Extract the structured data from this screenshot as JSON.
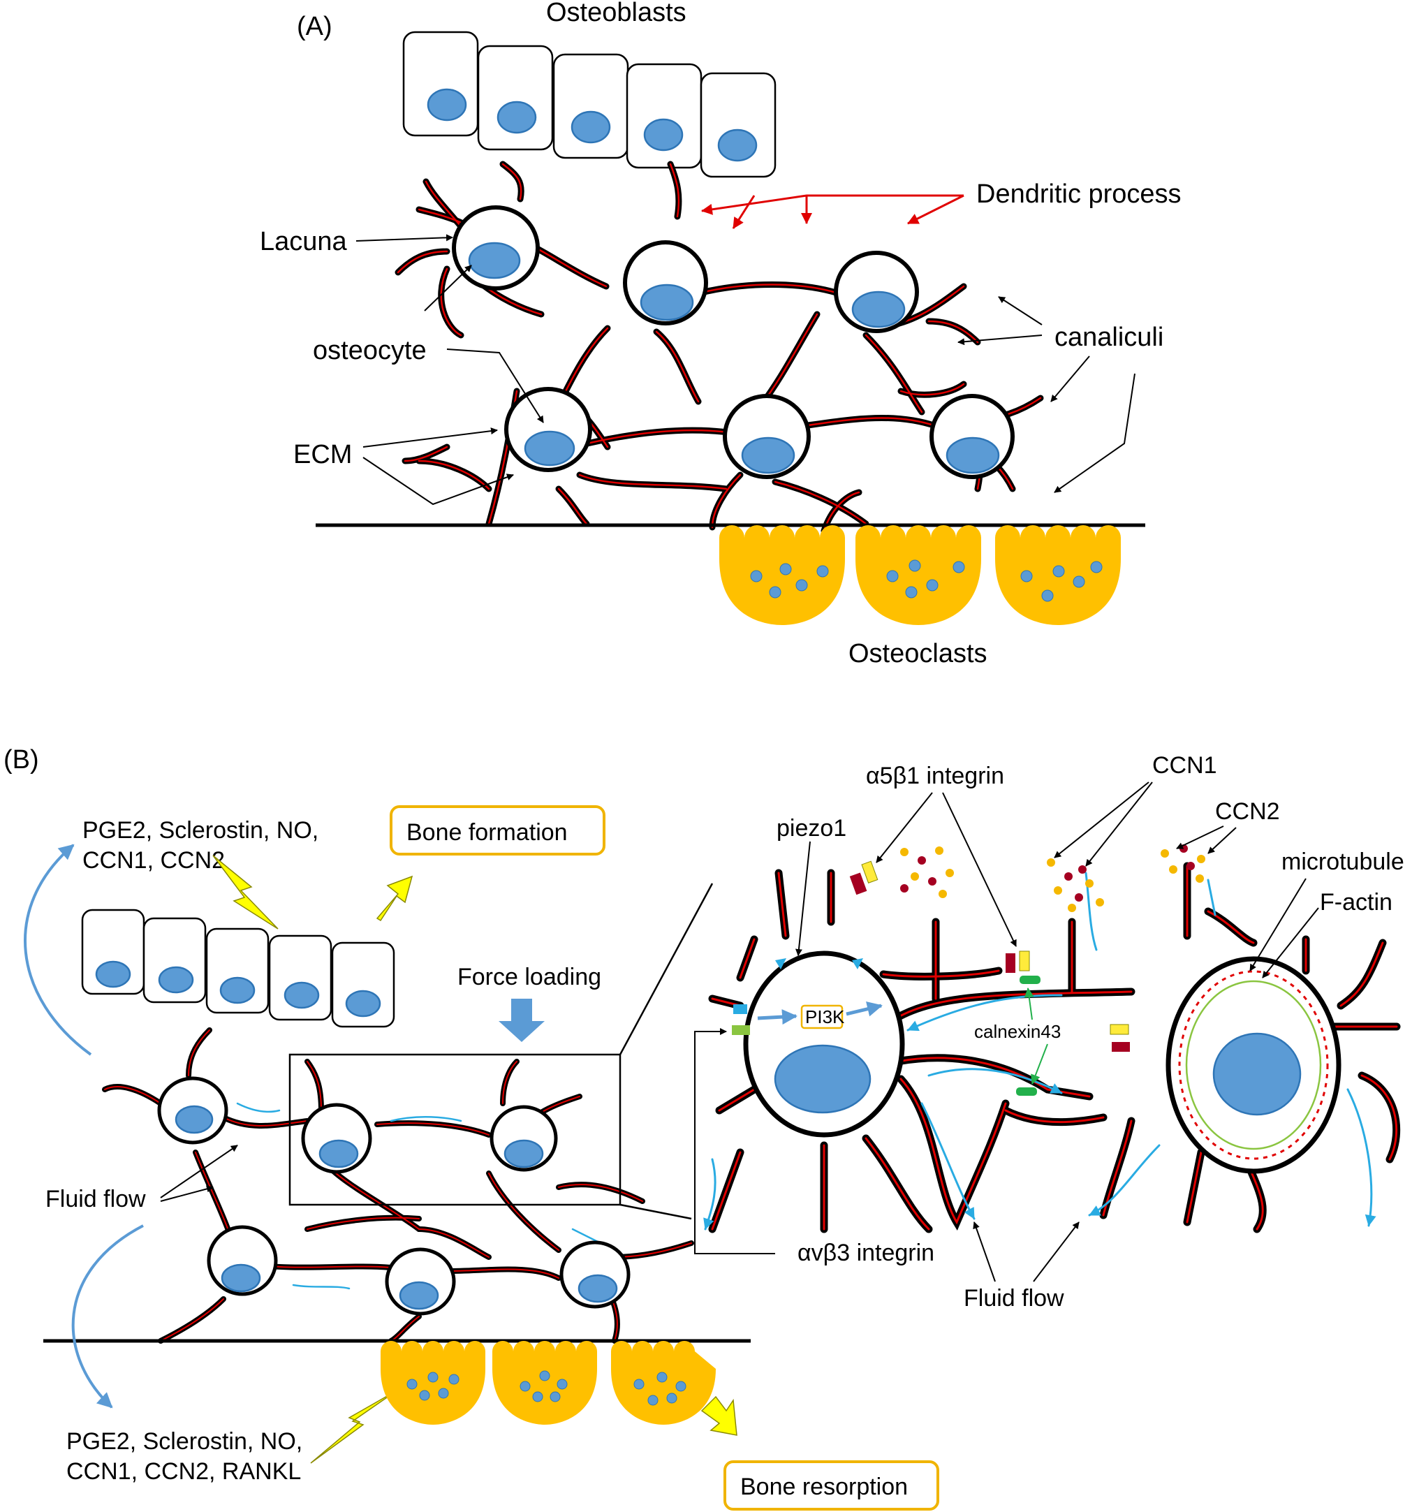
{
  "panel_a": {
    "tag": "(A)",
    "osteoblasts": "Osteoblasts",
    "dendritic_process": "Dendritic process",
    "lacuna": "Lacuna",
    "osteocyte": "osteocyte",
    "canaliculi": "canaliculi",
    "ecm": "ECM",
    "osteoclasts": "Osteoclasts"
  },
  "panel_b": {
    "tag": "(B)",
    "signals_top": [
      "PGE2, Sclerostin, NO,",
      "CCN1, CCN2"
    ],
    "bone_formation": "Bone formation",
    "force_loading": "Force loading",
    "fluid_flow_left": "Fluid flow",
    "signals_bottom": [
      "PGE2, Sclerostin, NO,",
      "CCN1, CCN2, RANKL"
    ],
    "bone_resorption": "Bone resorption",
    "piezo1": "piezo1",
    "a5b1": "α5β1 integrin",
    "ccn1": "CCN1",
    "ccn2": "CCN2",
    "microtubule": "microtubule",
    "factin": "F-actin",
    "pi3k": "PI3K",
    "calnexin43": "calnexin43",
    "avb3": "αvβ3 integrin",
    "fluid_flow_right": "Fluid flow"
  },
  "colors": {
    "nucleus": "#5b9bd5",
    "nucleus_edge": "#2e75b6",
    "osteoclast": "#ffc000",
    "process_red": "#e00000",
    "flow_blue": "#29abe2",
    "yellow_arrow": "#ffff00",
    "label_box": "#f0b400",
    "arrow_blue": "#5b9bd5"
  }
}
